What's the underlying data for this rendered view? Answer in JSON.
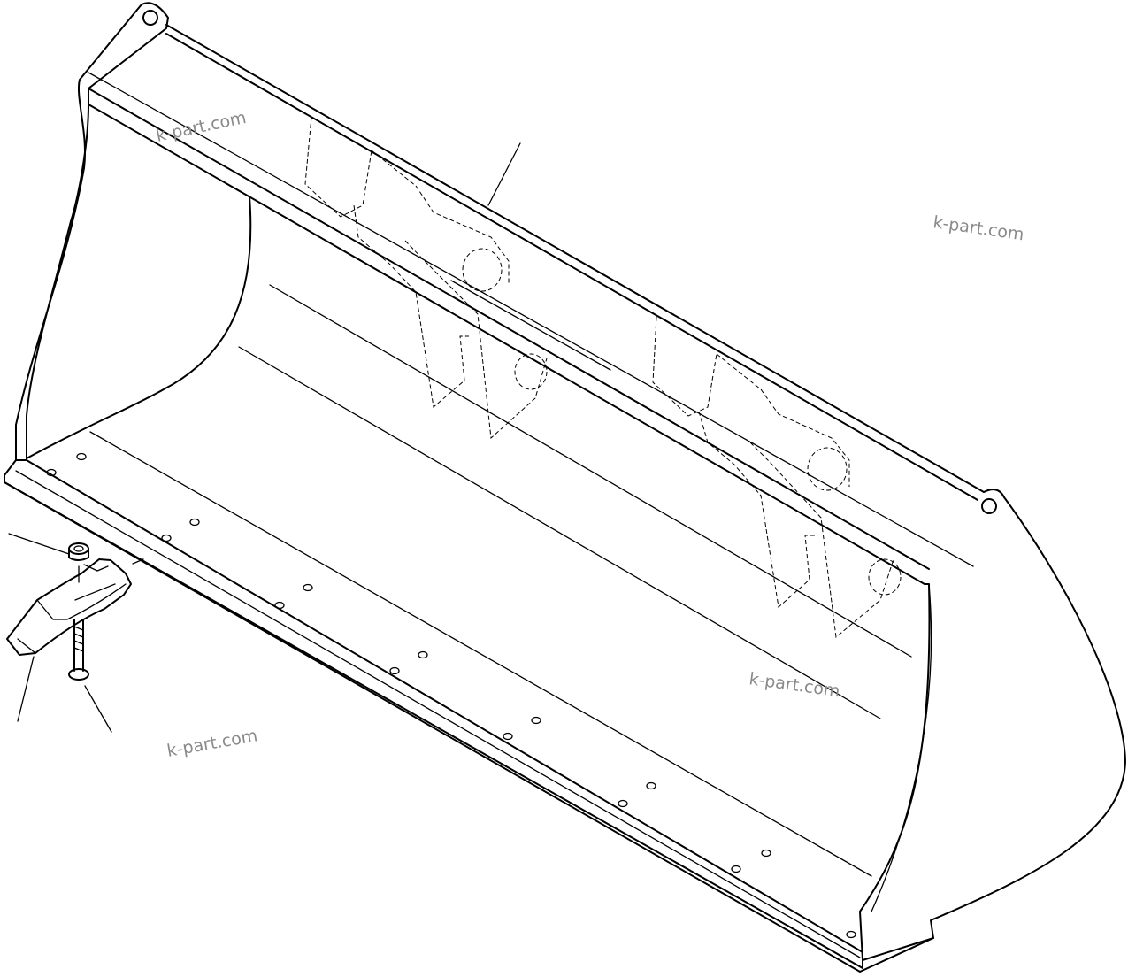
{
  "watermark": {
    "text": "k-part.com",
    "color": "#8a8a8a"
  },
  "parts": {
    "bucket": "bucket-assembly",
    "tooth_adapter": "tooth-adapter",
    "tooth_point": "tooth-point",
    "nut": "nut",
    "bolt": "bolt"
  },
  "line_color": "#000000",
  "background": "#ffffff"
}
